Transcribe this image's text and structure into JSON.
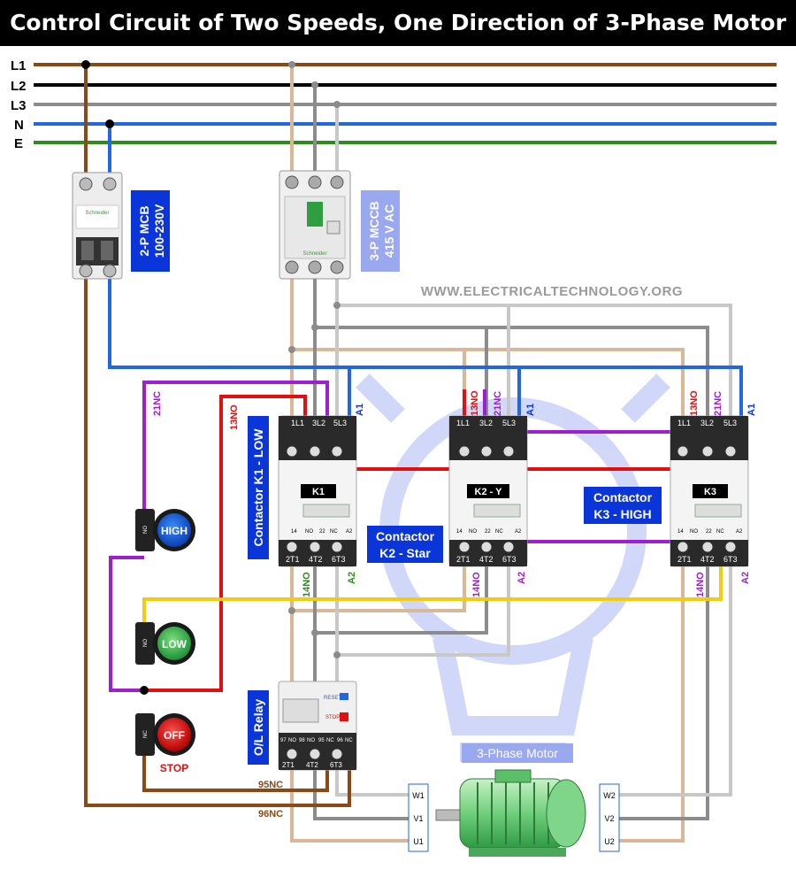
{
  "title": "Control Circuit of Two Speeds, One Direction of 3-Phase Motor",
  "watermark": "WWW.ELECTRICALTECHNOLOGY.ORG",
  "lines": {
    "l1": "L1",
    "l2": "L2",
    "l3": "L3",
    "n": "N",
    "e": "E"
  },
  "mcb": {
    "line1": "2-P MCB",
    "line2": "100-230V",
    "brand": "Schneider"
  },
  "mccb": {
    "line1": "3-P MCCB",
    "line2": "415 V AC",
    "brand": "Schneider"
  },
  "k1": {
    "name": "K1",
    "side": "Contactor K1 - LOW",
    "top": [
      "1L1",
      "3L2",
      "5L3"
    ],
    "mid": [
      "13 NO",
      "21 NC",
      "A1"
    ],
    "bot": [
      "14",
      "NO",
      "22",
      "NC",
      "A2"
    ],
    "out": [
      "2T1",
      "4T2",
      "6T3"
    ]
  },
  "k2": {
    "name": "K2 - Y",
    "caption1": "Contactor",
    "caption2": "K2 - Star",
    "top": [
      "1L1",
      "3L2",
      "5L3"
    ],
    "mid": [
      "13 NO",
      "21 NC",
      "A1"
    ],
    "bot": [
      "14",
      "NO",
      "22",
      "NC",
      "A2"
    ],
    "out": [
      "2T1",
      "4T2",
      "6T3"
    ]
  },
  "k3": {
    "name": "K3",
    "caption1": "Contactor",
    "caption2": "K3 - HIGH",
    "top": [
      "1L1",
      "3L2",
      "5L3"
    ],
    "mid": [
      "13 NO",
      "21 NC",
      "A1"
    ],
    "bot": [
      "14",
      "NO",
      "22",
      "NC",
      "A2"
    ],
    "out": [
      "2T1",
      "4T2",
      "6T3"
    ]
  },
  "wire_labels": {
    "nc21": "21NC",
    "no13": "13NO",
    "a1": "A1",
    "a2": "A2",
    "no14": "14NO",
    "nc95": "95NC",
    "nc96": "96NC"
  },
  "buttons": {
    "high": "HIGH",
    "low": "LOW",
    "off": "OFF",
    "stop": "STOP",
    "no": "NO",
    "nc": "NC"
  },
  "olr": {
    "side": "O/L Relay",
    "reset": "RESET",
    "stop": "STOP",
    "top": [
      "97",
      "NO",
      "98",
      "NO",
      "95",
      "NC",
      "96",
      "NC"
    ],
    "out": [
      "2T1",
      "4T2",
      "6T3"
    ]
  },
  "motor": {
    "title": "3-Phase Motor",
    "left": [
      "W1",
      "V1",
      "U1"
    ],
    "right": [
      "W2",
      "V2",
      "U2"
    ]
  },
  "colors": {
    "l1": "#8B4A14",
    "l2": "#000000",
    "l3": "#8C8C8C",
    "n": "#2266E0",
    "e": "#2E8B1E",
    "red": "#E01010",
    "purple": "#9D1FCF",
    "yellow": "#F2CC10",
    "green": "#2E8B1E",
    "tan": "#D8B896",
    "grey": "#8C8C8C",
    "lightgrey": "#C8C8C8",
    "label_blue": "#0A35D8"
  }
}
